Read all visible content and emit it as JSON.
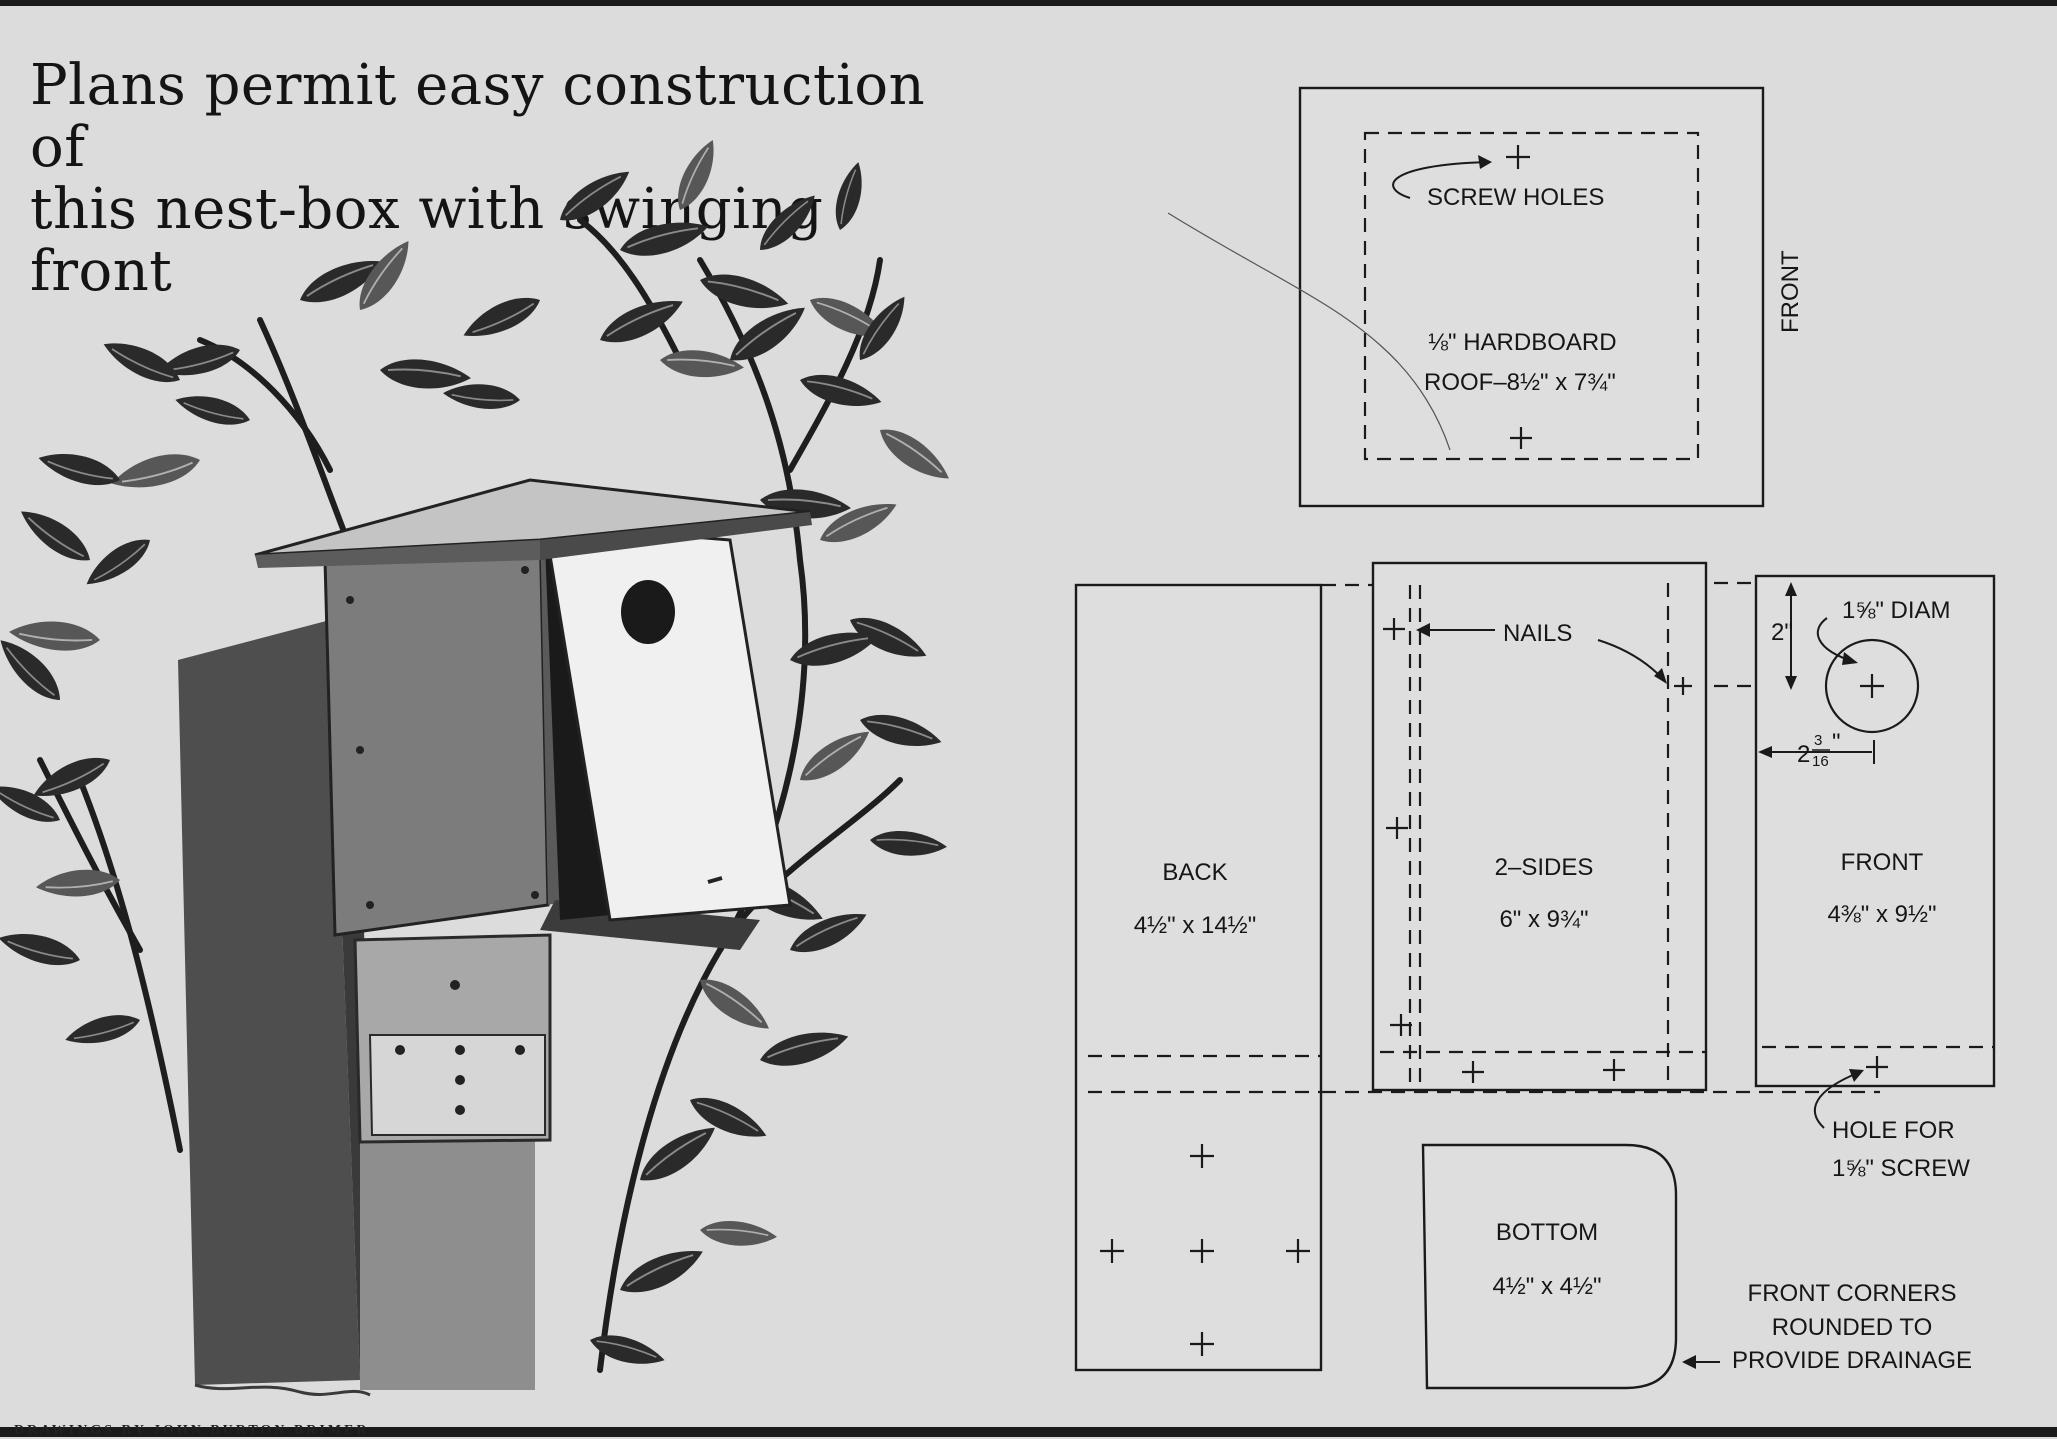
{
  "headline": {
    "line1": "Plans permit easy construction of",
    "line2": "this nest-box with swinging front"
  },
  "credit": "DRAWINGS BY JOHN BURTON BRIMER",
  "roof": {
    "screw_holes_label": "SCREW HOLES",
    "material": "⅛\" HARDBOARD",
    "name_dims": "ROOF–8½\" x 7¾\"",
    "front_label": "FRONT"
  },
  "back": {
    "name": "BACK",
    "dims": "4½\" x 14½\""
  },
  "sides": {
    "name": "2–SIDES",
    "dims": "6\" x 9¾\"",
    "nails_label": "NAILS"
  },
  "front_panel": {
    "name": "FRONT",
    "dims": "4⅜\" x 9½\"",
    "hole_label": "1⅝\" DIAM",
    "top_offset": "2\"",
    "side_offset": "2 3/16\"",
    "side_offset_whole": "2",
    "side_offset_num": "3",
    "side_offset_den": "16"
  },
  "screw_hole_note": {
    "line1": "HOLE FOR",
    "line2": "1⅝\" SCREW"
  },
  "bottom": {
    "name": "BOTTOM",
    "dims": "4½\" x 4½\""
  },
  "drainage_note": {
    "line1": "FRONT CORNERS",
    "line2": "ROUNDED TO",
    "line3": "PROVIDE DRAINAGE"
  },
  "colors": {
    "paper": "#dcdcdc",
    "ink": "#161616"
  }
}
